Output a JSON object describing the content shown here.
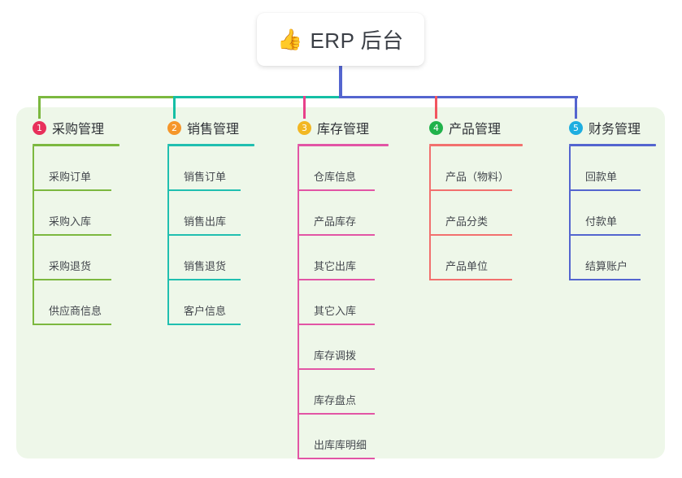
{
  "root": {
    "icon": "thumbs-up-emoji",
    "emoji": "👍",
    "title": "ERP 后台"
  },
  "palette": {
    "panel_bg": "#eef7e9",
    "page_bg": "#ffffff",
    "card_bg": "#ffffff",
    "text": "#3b3f46",
    "wire_green": "#7cb83f",
    "wire_teal": "#15bfa5",
    "wire_blue": "#5465cf",
    "stub_pink": "#e8408a",
    "stub_red": "#f2555f",
    "stub_blue": "#5465cf"
  },
  "columns": [
    {
      "number": "1",
      "title": "采购管理",
      "badge_color": "#e8305b",
      "accent": "#7cb83f",
      "stub_color": "#7cb83f",
      "items": [
        "采购订单",
        "采购入库",
        "采购退货",
        "供应商信息"
      ]
    },
    {
      "number": "2",
      "title": "销售管理",
      "badge_color": "#f5962a",
      "accent": "#20bfb0",
      "stub_color": "#15bfa5",
      "items": [
        "销售订单",
        "销售出库",
        "销售退货",
        "客户信息"
      ]
    },
    {
      "number": "3",
      "title": "库存管理",
      "badge_color": "#f2b723",
      "accent": "#e255a5",
      "stub_color": "#e8408a",
      "items": [
        "仓库信息",
        "产品库存",
        "其它出库",
        "其它入库",
        "库存调拨",
        "库存盘点",
        "出库库明细"
      ]
    },
    {
      "number": "4",
      "title": "产品管理",
      "badge_color": "#21b24b",
      "accent": "#f2706e",
      "stub_color": "#f2555f",
      "items": [
        "产品（物料）",
        "产品分类",
        "产品单位"
      ]
    },
    {
      "number": "5",
      "title": "财务管理",
      "badge_color": "#1eaee0",
      "accent": "#5465cf",
      "stub_color": "#5465cf",
      "items": [
        "回款单",
        "付款单",
        "结算账户"
      ]
    }
  ]
}
